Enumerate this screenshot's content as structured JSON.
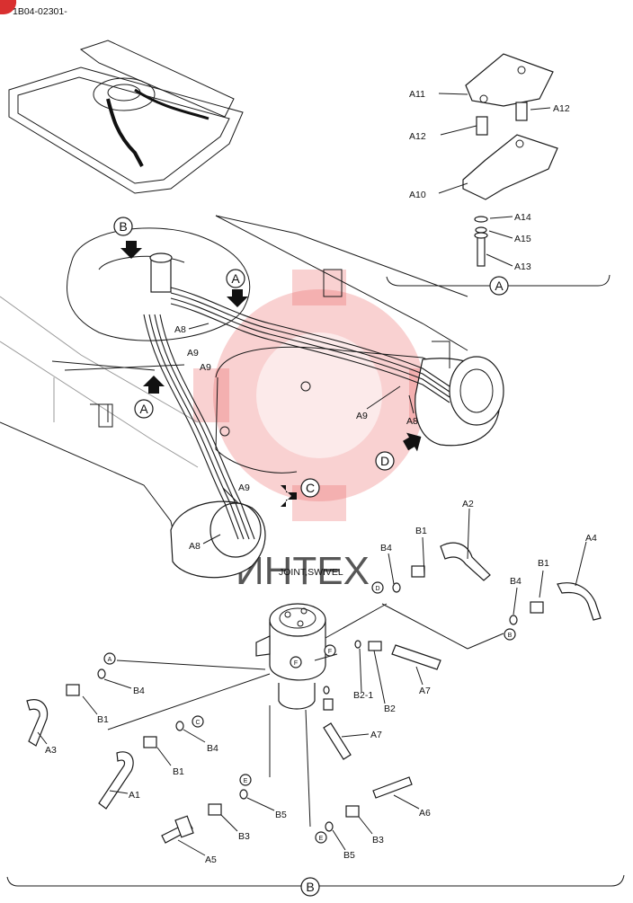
{
  "doc_code": "1B04-02301-",
  "watermark_text": "ИНТЕХ",
  "colors": {
    "line": "#1a1a1a",
    "watermark": "#e85858",
    "corner_mark": "#d93030"
  },
  "section_labels": {
    "A": "A",
    "B": "B",
    "C": "C",
    "D": "D",
    "E": "E",
    "F": "F"
  },
  "callouts": {
    "A1": "A1",
    "A2": "A2",
    "A3": "A3",
    "A4": "A4",
    "A5": "A5",
    "A6": "A6",
    "A7": "A7",
    "A8": "A8",
    "A9": "A9",
    "A10": "A10",
    "A11": "A11",
    "A12": "A12",
    "A13": "A13",
    "A14": "A14",
    "A15": "A15",
    "B1": "B1",
    "B2": "B2",
    "B2_1": "B2-1",
    "B3": "B3",
    "B4": "B4",
    "B5": "B5"
  },
  "swivel_label": "JOINT,SWIVEL"
}
